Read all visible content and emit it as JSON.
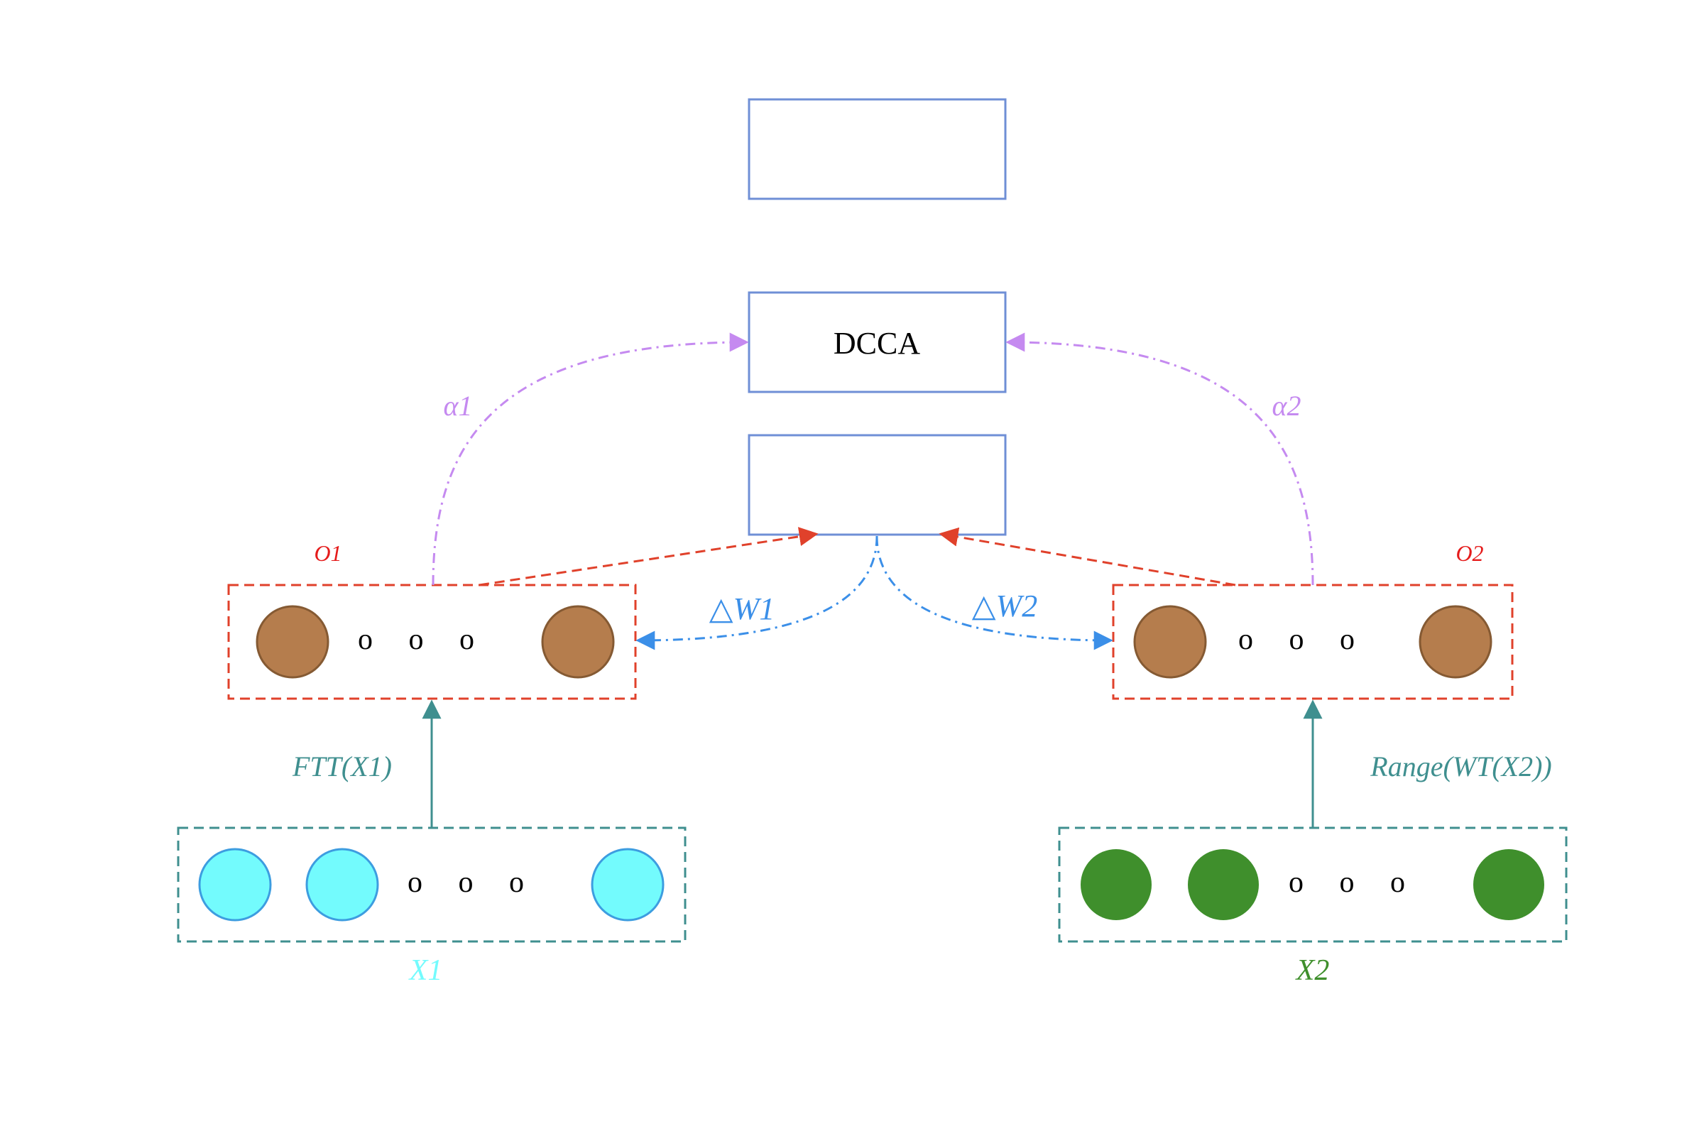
{
  "boxes": {
    "top_label": "",
    "dcca_label": "DCCA",
    "bottom_label": ""
  },
  "groups": {
    "o1": {
      "label": "O1",
      "dots": "o o o"
    },
    "o2": {
      "label": "O2",
      "dots": "o o o"
    },
    "x1": {
      "label": "X1",
      "dots": "o o o"
    },
    "x2": {
      "label": "X2",
      "dots": "o o o"
    }
  },
  "edges": {
    "alpha1": "α1",
    "alpha2": "α2",
    "dw1": "△W1",
    "dw2": "△W2",
    "ftt": "FTT(X1)",
    "range": "Range(WT(X2))"
  },
  "colors": {
    "box_stroke": "#6f8fd6",
    "output_dash": "#e0412b",
    "input_dash": "#3f8f8f",
    "alpha": "#c58af0",
    "delta": "#3b8fe8",
    "arrow_teal": "#3f8f8f",
    "node_brown": "#b57d4d",
    "node_brown_stroke": "#855a33",
    "node_cyan": "#73fbfd",
    "node_cyan_stroke": "#3d9de0",
    "node_green": "#3f8f2c",
    "o_label": "#e51b1b",
    "x1_label": "#73fbfd",
    "x2_label": "#3f8f2c"
  }
}
